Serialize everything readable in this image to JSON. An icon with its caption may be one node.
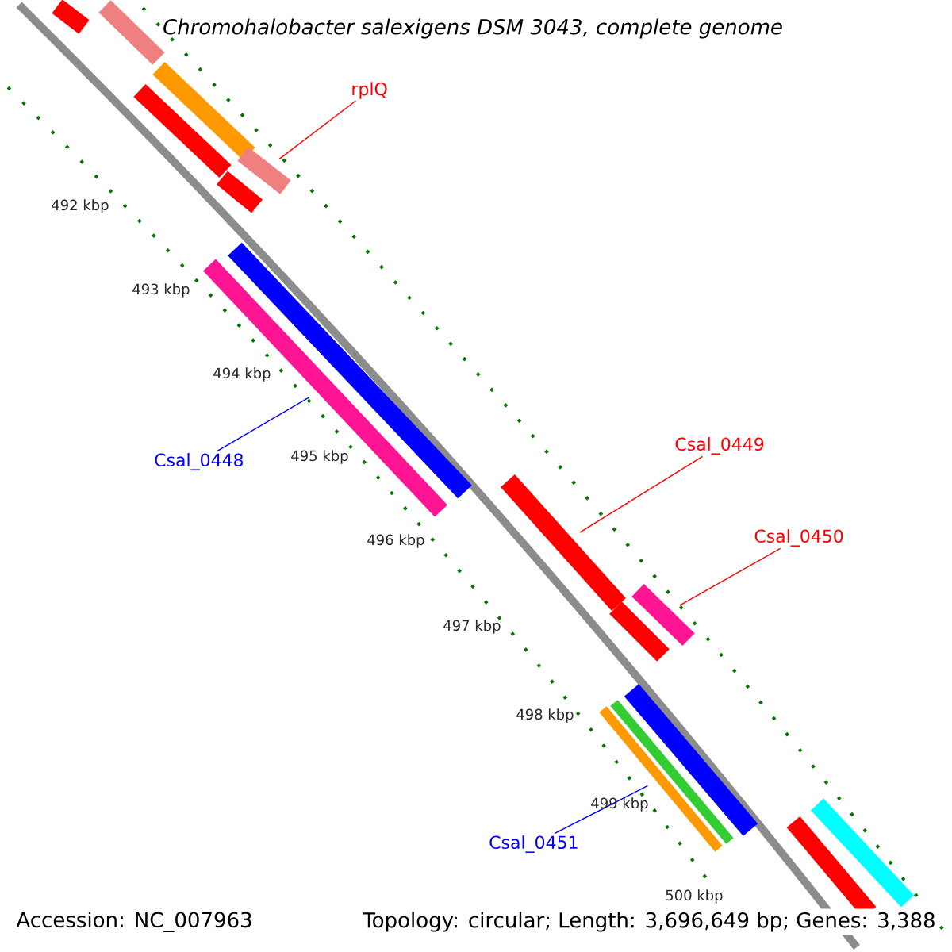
{
  "diagram": {
    "title": "*Chromohalobacter salexigens DSM 3043, complete genome*",
    "nodes": [
      {
        "text": [
          "rplQ"
        ]
      },
      {
        "text": [],
        "shape": "bar"
      },
      {
        "text": [
          "Csal_0449"
        ]
      },
      {
        "text": [],
        "shape": "bar"
      },
      {
        "text": [
          "Csal_0450"
        ]
      },
      {
        "text": [],
        "shape": "bar"
      },
      {
        "text": [
          "Csal_0448"
        ]
      },
      {
        "text": [],
        "shape": "bar"
      },
      {
        "text": [
          "Csal_0451"
        ]
      },
      {
        "text": [],
        "shape": "bar"
      }
    ],
    "edges": [
      {
        "from": 0,
        "to": 1,
        "arrow": "none"
      },
      {
        "from": 2,
        "to": 3,
        "arrow": "none"
      },
      {
        "from": 4,
        "to": 5,
        "arrow": "none"
      },
      {
        "from": 6,
        "to": 7,
        "arrow": "none",
        "color": "#0000ff"
      },
      {
        "from": 8,
        "to": 9,
        "arrow": "none",
        "color": "#0000ff"
      }
    ],
    "labels": [
      "492 kbp",
      "493 kbp",
      "494 kbp",
      "495 kbp",
      "496 kbp",
      "497 kbp",
      "498 kbp",
      "499 kbp",
      "500 kbp",
      "Accession: NC_007963",
      "Topology: circular; Length: 3,696,649 bp; Genes: 3,388"
    ]
  }
}
